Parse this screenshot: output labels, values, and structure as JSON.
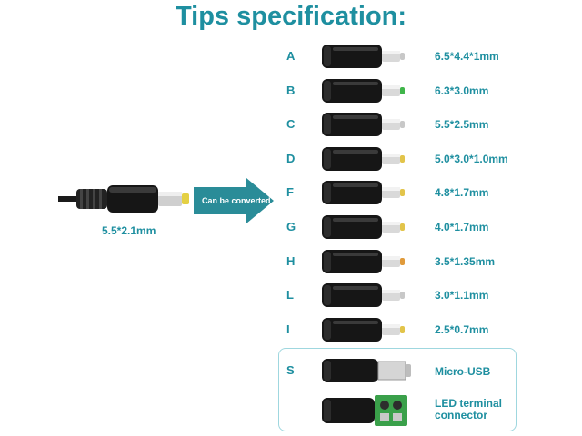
{
  "title": "Tips specification:",
  "source": {
    "label": "5.5*2.1mm",
    "arrow_text": "Can be converted"
  },
  "tips": [
    {
      "letter": "A",
      "spec": "6.5*4.4*1mm",
      "pin": "#c8c8c8"
    },
    {
      "letter": "B",
      "spec": "6.3*3.0mm",
      "pin": "#3fb54a"
    },
    {
      "letter": "C",
      "spec": "5.5*2.5mm",
      "pin": "#c8c8c8"
    },
    {
      "letter": "D",
      "spec": "5.0*3.0*1.0mm",
      "pin": "#e2c44a"
    },
    {
      "letter": "F",
      "spec": "4.8*1.7mm",
      "pin": "#e2c44a"
    },
    {
      "letter": "G",
      "spec": "4.0*1.7mm",
      "pin": "#e2c44a"
    },
    {
      "letter": "H",
      "spec": "3.5*1.35mm",
      "pin": "#e09a3a"
    },
    {
      "letter": "L",
      "spec": "3.0*1.1mm",
      "pin": "#c8c8c8"
    },
    {
      "letter": "I",
      "spec": "2.5*0.7mm",
      "pin": "#e2c44a"
    }
  ],
  "special": {
    "letter": "S",
    "micro_usb": "Micro-USB",
    "led_line1": "LED  terminal",
    "led_line2": "connector"
  },
  "colors": {
    "accent": "#1e8fa0",
    "arrow": "#2a8c98"
  }
}
